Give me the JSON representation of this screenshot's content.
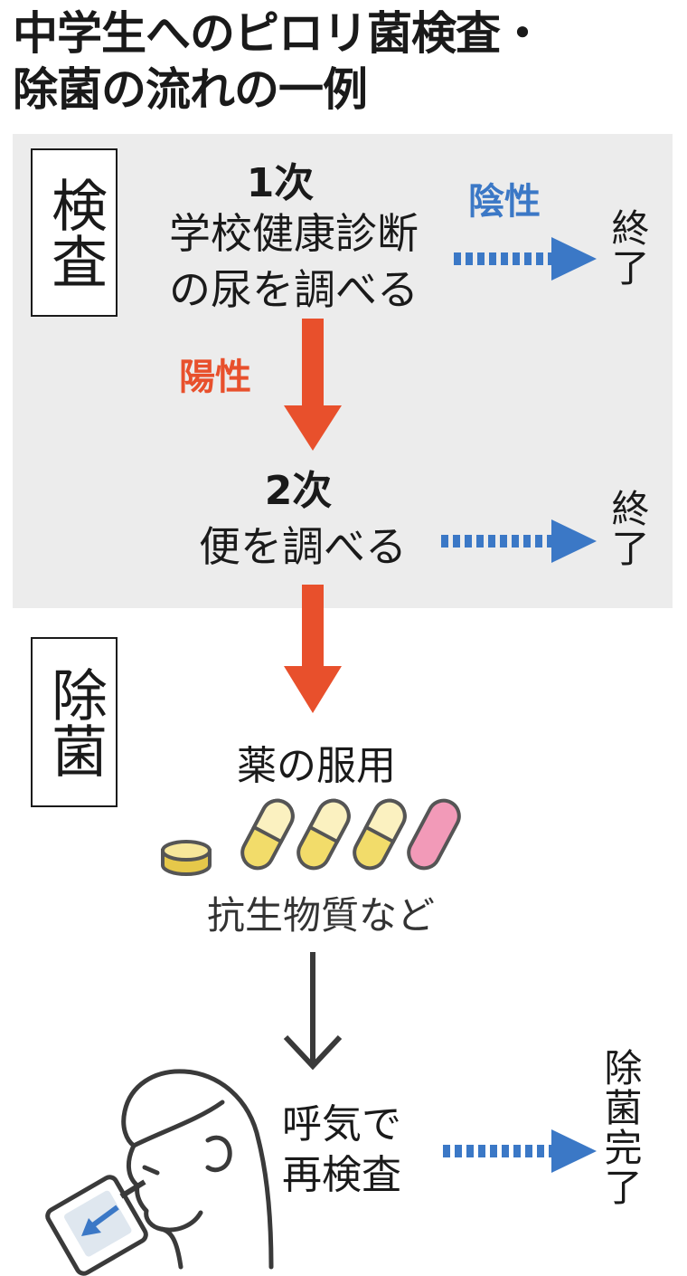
{
  "title": {
    "line1": "中学生へのピロリ菌検査・",
    "line2": "除菌の流れの一例"
  },
  "sections": {
    "kensa": "検査",
    "jokin": "除菌"
  },
  "step1": {
    "title": "1次",
    "line1": "学校健康診断",
    "line2": "の尿を調べる"
  },
  "step2": {
    "title": "2次",
    "line1": "便を調べる"
  },
  "labels": {
    "negative": "陰性",
    "positive": "陽性",
    "end": "終了",
    "eradicated": "除菌完了"
  },
  "medication": {
    "title": "薬の服用",
    "caption": "抗生物質など"
  },
  "retest": {
    "line1": "呼気で",
    "line2": "再検査"
  },
  "colors": {
    "panel": "#ececec",
    "positive_arrow": "#e8502c",
    "negative_arrow": "#3b78c6",
    "neutral_arrow": "#3a3a3a",
    "capsule_yellow": "#f2dc6a",
    "capsule_pink": "#f29ab8",
    "tablet": "#f0d860"
  },
  "icons": [
    "dotted-arrow-icon",
    "down-arrow-icon",
    "tablet-icon",
    "capsule-icon",
    "person-breath-test-icon"
  ]
}
